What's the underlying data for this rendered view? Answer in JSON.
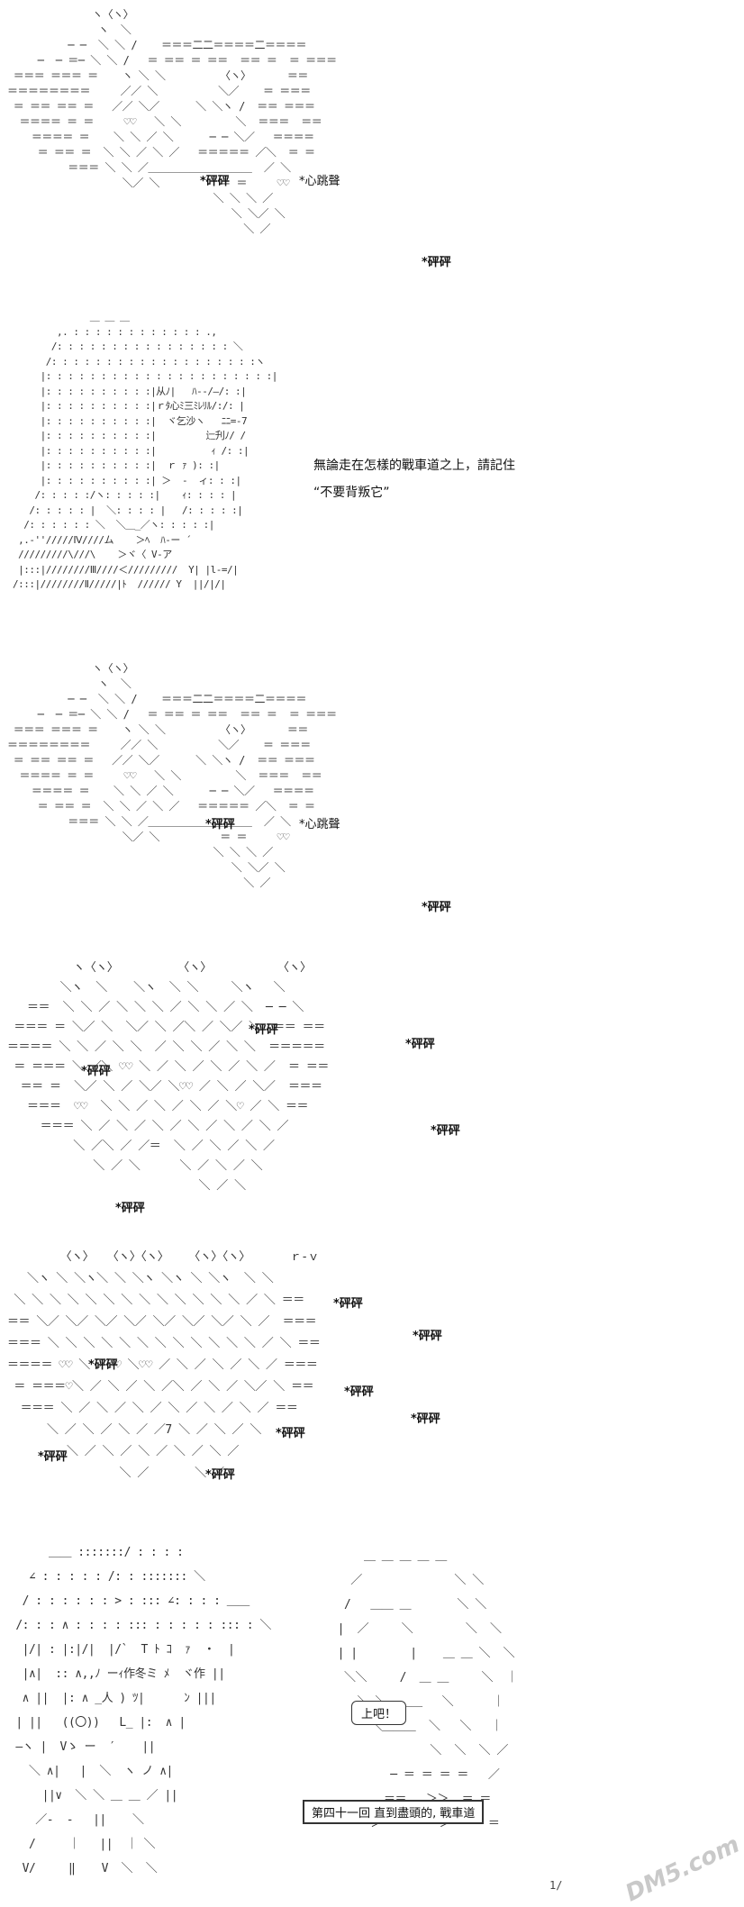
{
  "panels": [
    {
      "id": "heartbeat-1",
      "sfx": [
        "*砰砰",
        "*砰砰"
      ],
      "inline_label": "*心跳聲",
      "ascii_art": [
        "              ヽ〈ヽ〉",
        "               ヽ  ＼",
        "          ─ ─  ＼ ＼ /    ＝＝＝二二＝＝＝＝二＝＝＝＝",
        "     ─  ─ ＝─ ＼ ＼ /   ＝ ＝＝ ＝ ＝＝  ＝＝ ＝  ＝ ＝＝＝",
        " ＝＝＝ ＝＝＝ ＝    ヽ ＼ ＼         〈ヽ〉      ＝＝",
        "＝＝＝＝＝＝＝＝     ／／ ＼          ＼／    ＝ ＝＝＝",
        " ＝ ＝＝ ＝＝ ＝   ／／ ＼／      ＼ ＼ヽ /  ＝＝ ＝＝＝",
        "  ＝＝＝＝ ＝ ＝     ♡♡   ＼ ＼         ＼  ＝＝＝  ＝＝",
        "    ＝＝＝＝ ＝    ＼ ＼ ／ ＼      ─ ─ ＼／   ＝＝＝＝",
        "     ＝ ＝＝ ＝  ＼ ＼ ／ ＼ ／   ＝＝＝＝＝ ／＼  ＝ ＝",
        "          ＝＝＝ ＼ ＼ ／＿＿＿＿＿＿＿＿＿＿  ／ ＼",
        "                   ＼／ ＼          ＝ ＝     ♡♡",
        "                                  ＼ ＼ ＼ ／",
        "                                     ＼ ＼／ ＼",
        "                                       ＼ ／"
      ]
    },
    {
      "id": "character-closeup",
      "narration_lines": [
        "無論走在怎樣的戰車道之上，請記住",
        "“不要背叛它”"
      ],
      "ascii_art": [
        "              ＿ ＿ ＿",
        "        ,. : : : : : : : : : : : : ., ",
        "       /: : : : : : : : : : : : : : : : ＼",
        "      /: : : : : : : : : : : : : : : : : : :ヽ",
        "     |: : : : : : : : : : : : : : : : : : : : :|",
        "     |: : : : : : : : : :|从ﾉ|   ﾊ-‐/―/: :|",
        "     |: : : : : : : : : :|ｒﾀ心ﾐ三ﾐﾚﾘﾙ/:/: |",
        "     |: : : : : : : : : :|  ヾ乞沙ヽ   ﾆﾆ=-7",
        "     |: : : : : : : : : :|         辷刋ﾉ/ /",
        "     |: : : : : : : : : :|          ｨ /: :|",
        "     |: : : : : : : : : :|  ｒ ｧ ): :|",
        "     |: : : : : : : : : :| ＞  ‐  ィ: : :|",
        "    /: : : : :/ヽ: : : : :|    ｨ: : : : |",
        "   /: : : : : |  ＼: : : : |   /: : : : :|",
        "  /: : : : : : ＼  ＼＿_／ヽ: : : : :|",
        " ,.-''/////Ⅳ////ム    ＞ﾍ  ﾊ‐ー ´",
        " /////////\\///\\    ＞ヾ〈 V-ア",
        " |:::|////////Ⅲ////＜/////////  Y| |l-=/|",
        "/:::|////////Ⅱ/////|ﾄ  ////// Y  ||/|/|"
      ]
    },
    {
      "id": "heartbeat-2",
      "sfx": [
        "*砰砰",
        "*砰砰"
      ],
      "inline_label": "*心跳聲",
      "ascii_art": [
        "              ヽ〈ヽ〉",
        "               ヽ  ＼",
        "          ─ ─  ＼ ＼ /    ＝＝＝二二＝＝＝＝二＝＝＝＝",
        "     ─  ─ ＝─ ＼ ＼ /   ＝ ＝＝ ＝ ＝＝  ＝＝ ＝  ＝ ＝＝＝",
        " ＝＝＝ ＝＝＝ ＝    ヽ ＼ ＼         〈ヽ〉      ＝＝",
        "＝＝＝＝＝＝＝＝     ／／ ＼          ＼／    ＝ ＝＝＝",
        " ＝ ＝＝ ＝＝ ＝   ／／ ＼／      ＼ ＼ヽ /  ＝＝ ＝＝＝",
        "  ＝＝＝＝ ＝ ＝     ♡♡   ＼ ＼         ＼  ＝＝＝  ＝＝",
        "    ＝＝＝＝ ＝    ＼ ＼ ／ ＼      ─ ─ ＼／   ＝＝＝＝",
        "     ＝ ＝＝ ＝  ＼ ＼ ／ ＼ ／   ＝＝＝＝＝ ／＼  ＝ ＝",
        "          ＝＝＝ ＼ ＼ ／＿＿＿＿＿＿＿＿＿＿  ／ ＼",
        "                   ＼／ ＼          ＝ ＝     ♡♡",
        "                                  ＼ ＼ ＼ ／",
        "                                     ＼ ＼／ ＼",
        "                                       ＼ ／"
      ]
    },
    {
      "id": "heartbeat-3",
      "sfx": [
        "*砰砰",
        "*砰砰",
        "*砰砰",
        "*砰砰",
        "*砰砰"
      ],
      "ascii_art": [
        "          ヽ〈ヽ〉         〈ヽ〉          〈ヽ〉",
        "        ＼ヽ  ＼    ＼ヽ  ＼ ＼     ＼ヽ   ＼",
        "   ＝＝  ＼ ＼ ／ ＼ ＼ ＼ ／ ＼ ＼ ／ ＼  ─ ─ ＼",
        " ＝＝＝ ＝ ＼／ ＼  ＼／ ＼ ／＼ ／ ＼／ ＼  ＝＝ ＝＝",
        "＝＝＝＝ ＼ ＼ ／ ＼ ＼  ／ ＼ ＼ ／ ＼ ＼  ＝＝＝＝＝",
        " ＝ ＝＝＝ ＼ ／＼ ♡♡ ＼ ／ ＼ ／ ＼ ／ ＼ ／  ＝ ＝＝",
        "  ＝＝ ＝  ＼／ ＼ ／ ＼／ ＼♡♡ ／ ＼ ／ ＼／  ＝＝＝",
        "   ＝＝＝  ♡♡  ＼ ＼ ／ ＼ ／ ＼ ／ ＼♡ ／ ＼ ＝＝",
        "     ＝＝＝ ＼ ／ ＼ ／ ＼ ／ ＼ ／ ＼ ／ ＼ ／",
        "          ＼ ／＼ ／ ／＝  ＼ ／ ＼ ／ ＼ ／",
        "             ＼ ／ ＼      ＼ ／ ＼ ／ ＼",
        "                             ＼ ／ ＼"
      ]
    },
    {
      "id": "heartbeat-4",
      "sfx": [
        "*砰砰",
        "*砰砰",
        "*砰砰",
        "*砰砰",
        "*砰砰",
        "*砰砰",
        "*砰砰",
        "*砰砰"
      ],
      "ascii_art": [
        "        〈ヽ〉  〈ヽ〉〈ヽ〉   〈ヽ〉〈ヽ〉      ｒ-ｖ",
        "   ＼ヽ ＼ ＼ヽ＼ ＼ ＼ヽ ＼ヽ ＼ ＼ヽ  ＼ ＼",
        " ＼ ＼ ＼ ＼ ＼ ＼ ＼ ＼ ＼ ＼ ＼ ＼ ＼ ／ ＼ ＝＝",
        "＝＝ ＼／ ＼／ ＼／ ＼／ ＼／ ＼／ ＼／ ＼ ／  ＝＝＝",
        "＝＝＝ ＼ ＼ ＼ ＼ ＼ ＼ ＼ ＼ ＼ ＼ ＼ ＼ ／ ＼ ＝＝",
        "＝＝＝＝ ♡♡ ＼ ／♡♡ ＼♡♡ ／ ＼ ／ ＼ ／ ＼ ／ ＝＝＝",
        " ＝ ＝＝＝♡＼ ／ ＼ ／ ＼ ／＼ ／ ＼ ／ ＼／ ＼ ＝＝",
        "  ＝＝＝ ＼ ／ ＼ ／ ＼ ／ ＼ ／ ＼ ／ ＼ ／ ＝＝",
        "      ＼ ／ ＼ ／ ＼ ／ ／7 ＼ ／ ＼ ／ ＼",
        "         ＼ ／ ＼ ／ ＼ ／ ＼ ／ ＼ ／",
        "                 ＼ ／       ＼ ／"
      ]
    },
    {
      "id": "final-panel",
      "bubble": "上吧！",
      "chapter_title": "第四十一回 直到盡頭的, 戰車道",
      "page_number": "1/",
      "watermark": "DM5.com",
      "ascii_art": [
        "      ＿＿ :::::::/ : : : :",
        "   ∠ : : : : : /: : ::::::: ＼",
        "  / : : : : : : > : ::: ∠: : : : ＿＿",
        " /: : : ∧ : : : : ::: : : : : : ::: : ＼",
        "  |/| : |:|/|  |/`  T ﾄ ｺ  ｧ  ・  |",
        "  |∧|  :: ∧,,ﾉ ーｨ作冬ミ ﾒ  ヾ作 ||",
        "  ∧ ||  |: ∧ _人 ) ﾂ|      ﾝ |||",
        " | ||   ((〇))   L_ |:  ∧ |",
        " ―ヽ |  Vゝ ー  ′    ||",
        "   ＼ ∧|   |  ＼  ヽ ノ ∧|",
        "     ||∨  ＼ ＼ ＿ ＿ ／ ||",
        "    ／‐  ‐   ||    ＼",
        "   /     ｜   ||  ｜ ＼",
        "  V/     ‖    V  ＼  ＼"
      ],
      "ascii_art_right": [
        "      ＿ ＿ ＿ ＿ ＿",
        "    ／              ＼ ＼",
        "   /   ＿＿ ＿       ＼ ＼",
        "  |  ／     ＼        ＼  ＼",
        "  | |        |    ＿ ＿ ＼  ＼",
        "   ＼＼     /  ＿ ＿     ＼  ｜",
        "     ＼ ＼  ＿＿   ＼      ｜",
        "       ＼＿＿＿  ＼   ＼   ｜",
        "                ＼  ＼  ＼ ／",
        "          ─ ＝ ＝ ＝ ＝   ／",
        "         ＝＝   ＞＞  ＝ ＝",
        "       ＞ ‐ ＝    ＞ ‐ ＝ ＝"
      ]
    }
  ]
}
